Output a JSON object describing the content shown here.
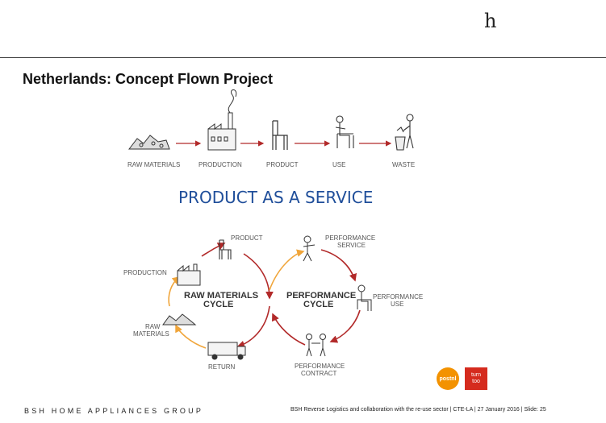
{
  "header": {
    "brand_mark": "h",
    "title": "Netherlands: Concept Flown Project"
  },
  "linear_flow": {
    "steps": [
      "RAW MATERIALS",
      "PRODUCTION",
      "PRODUCT",
      "USE",
      "WASTE"
    ]
  },
  "service_diagram": {
    "title": "PRODUCT AS A SERVICE",
    "left_cycle": [
      "RAW MATERIALS",
      "CYCLE"
    ],
    "right_cycle": [
      "PERFORMANCE",
      "CYCLE"
    ],
    "nodes": {
      "product": "PRODUCT",
      "production": "PRODUCTION",
      "raw_materials": [
        "RAW",
        "MATERIALS"
      ],
      "return": "RETURN",
      "performance_service": [
        "PERFORMANCE",
        "SERVICE"
      ],
      "performance_use": [
        "PERFORMANCE",
        "USE"
      ],
      "performance_contract": [
        "PERFORMANCE",
        "CONTRACT"
      ]
    }
  },
  "logos": {
    "postnl": "postnl",
    "turntoo": [
      "turn",
      "too"
    ]
  },
  "footer": {
    "left": "BSH HOME APPLIANCES GROUP",
    "right": "BSH Reverse Logistics and collaboration with the re-use sector | CTE-LA | 27 January 2016 | Slide: 25"
  },
  "colors": {
    "title_blue": "#1f4e9a",
    "arrow_red": "#b22a2a",
    "cycle_orange": "#f0a53a"
  }
}
